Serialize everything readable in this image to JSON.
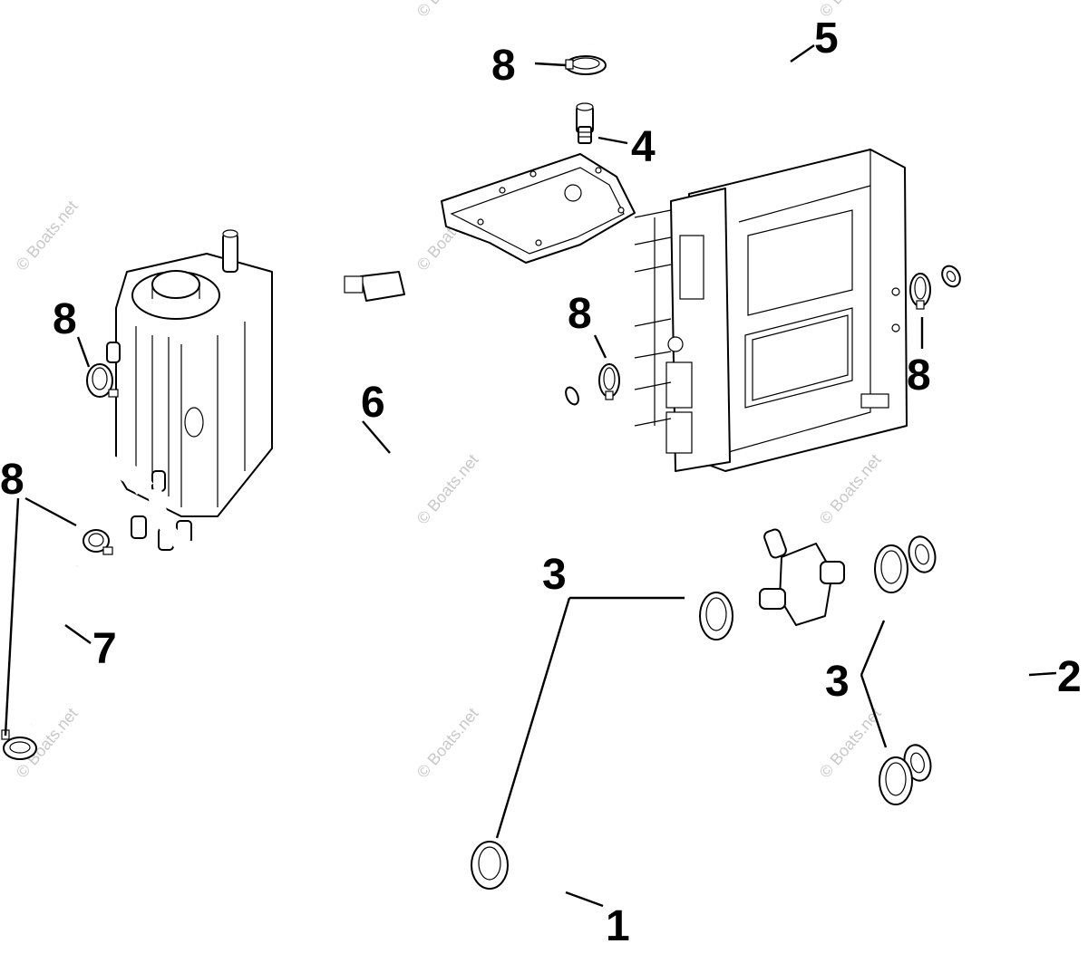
{
  "diagram": {
    "watermark_text": "© Boats.net",
    "callouts": {
      "c1": "1",
      "c2": "2",
      "c3a": "3",
      "c3b": "3",
      "c4": "4",
      "c5": "5",
      "c6": "6",
      "c7": "7",
      "c8a": "8",
      "c8b": "8",
      "c8c": "8",
      "c8d": "8",
      "c8e": "8"
    },
    "line_color": "#000000",
    "watermark_color": "#c8c8c8"
  }
}
